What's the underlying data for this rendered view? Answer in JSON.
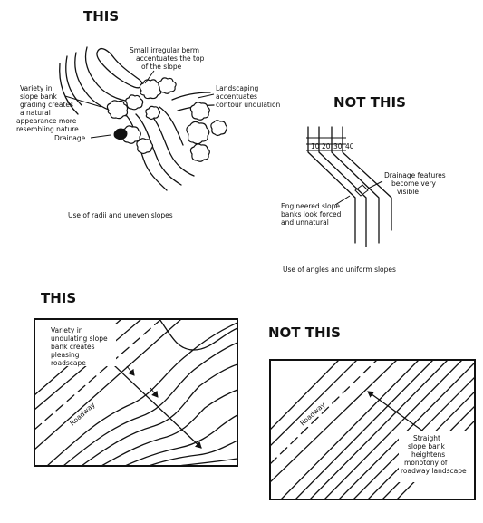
{
  "top_left": {
    "heading": "THIS",
    "label_berm": [
      "Small irregular berm",
      "accentuates the top",
      "of the slope"
    ],
    "label_variety": [
      "Variety in",
      "slope bank",
      "grading creates",
      "a natural",
      "appearance more",
      "resembling nature"
    ],
    "label_landscaping": [
      "Landscaping",
      "accentuates",
      "contour undulation"
    ],
    "label_drainage": "Drainage",
    "caption": "Use of radii and uneven slopes"
  },
  "top_right": {
    "heading": "NOT THIS",
    "contour_ticks": [
      "10",
      "20",
      "30",
      "40"
    ],
    "label_drainage": [
      "Drainage features",
      "become very",
      "visible"
    ],
    "label_engineered": [
      "Engineered slope",
      "banks look forced",
      "and unnatural"
    ],
    "caption": "Use of angles and uniform slopes"
  },
  "bottom_left": {
    "heading": "THIS",
    "label_variety": [
      "Variety in",
      "undulating slope",
      "bank creates",
      "pleasing",
      "roadscape"
    ],
    "road_label": "Roadway"
  },
  "bottom_right": {
    "heading": "NOT THIS",
    "road_label": "Roadway",
    "label_straight": [
      "Straight",
      "slope bank",
      "heightens",
      "monotony of",
      "roadway landscape"
    ]
  }
}
